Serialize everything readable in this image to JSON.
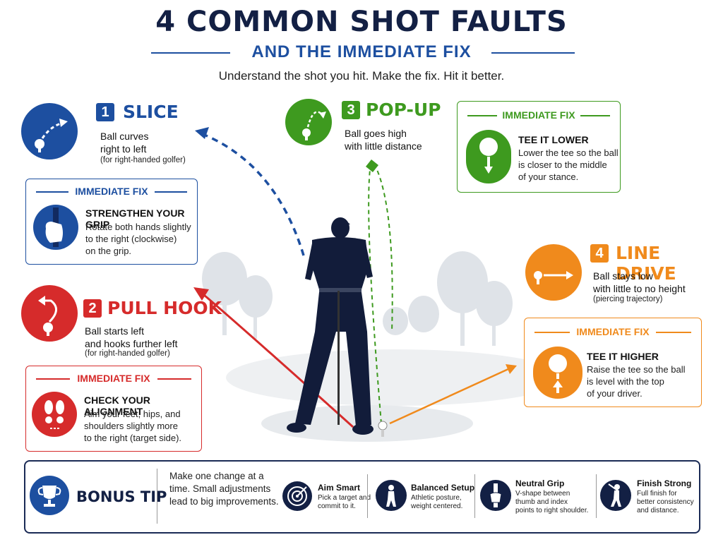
{
  "title": "4 COMMON SHOT FAULTS",
  "subtitle": "AND THE IMMEDIATE FIX",
  "tagline": "Understand the  shot you hit. Make the fix. Hit it better.",
  "colors": {
    "navy": "#132044",
    "blue": "#1d4fa0",
    "red": "#d62b2b",
    "green": "#3e9a1f",
    "orange": "#f08a1c"
  },
  "faults": [
    {
      "number": "1",
      "title": "SLICE",
      "desc_lines": [
        "Ball curves",
        "right to left"
      ],
      "note": "(for right-handed golfer)",
      "icon": "slice-arrow-icon",
      "fix": {
        "heading": "IMMEDIATE FIX",
        "title": "STRENGTHEN YOUR GRIP",
        "lines": [
          "Rotate both hands slightly",
          "to the right (clockwise)",
          "on the grip."
        ],
        "icon": "hand-grip-icon"
      }
    },
    {
      "number": "2",
      "title": "PULL HOOK",
      "desc_lines": [
        "Ball starts left",
        "and hooks further left"
      ],
      "note": "(for right-handed golfer)",
      "icon": "hook-arrow-icon",
      "fix": {
        "heading": "IMMEDIATE FIX",
        "title": "CHECK YOUR ALIGNMENT",
        "lines": [
          "Aim your feet, hips, and",
          "shoulders slightly more",
          "to the right (target side)."
        ],
        "icon": "footprints-icon"
      }
    },
    {
      "number": "3",
      "title": "POP-UP",
      "desc_lines": [
        "Ball goes high",
        "with little distance"
      ],
      "note": "",
      "icon": "popup-arrow-icon",
      "fix": {
        "heading": "IMMEDIATE FIX",
        "title": "TEE IT LOWER",
        "lines": [
          "Lower the tee so the ball",
          "is closer to the middle",
          "of your stance."
        ],
        "icon": "tee-lower-icon"
      }
    },
    {
      "number": "4",
      "title": "LINE DRIVE",
      "desc_lines": [
        "Ball stays low",
        "with little to no height"
      ],
      "note": "(piercing trajectory)",
      "icon": "line-drive-arrow-icon",
      "fix": {
        "heading": "IMMEDIATE FIX",
        "title": "TEE IT HIGHER",
        "lines": [
          "Raise the tee so the ball",
          "is level with the top",
          "of your driver."
        ],
        "icon": "tee-higher-icon"
      }
    }
  ],
  "bonus": {
    "label": "BONUS TIP",
    "intro_lines": [
      "Make one change at a",
      "time. Small adjustments",
      "lead to big improvements."
    ],
    "tips": [
      {
        "title": "Aim Smart",
        "lines": [
          "Pick a target and",
          "commit to it."
        ],
        "icon": "target-icon"
      },
      {
        "title": "Balanced Setup",
        "lines": [
          "Athletic posture,",
          "weight centered."
        ],
        "icon": "golfer-stance-icon"
      },
      {
        "title": "Neutral Grip",
        "lines": [
          "V-shape between",
          "thumb and index",
          "points to right shoulder."
        ],
        "icon": "grip-icon"
      },
      {
        "title": "Finish Strong",
        "lines": [
          "Full finish for",
          "better consistency",
          "and distance."
        ],
        "icon": "golfer-finish-icon"
      }
    ]
  }
}
